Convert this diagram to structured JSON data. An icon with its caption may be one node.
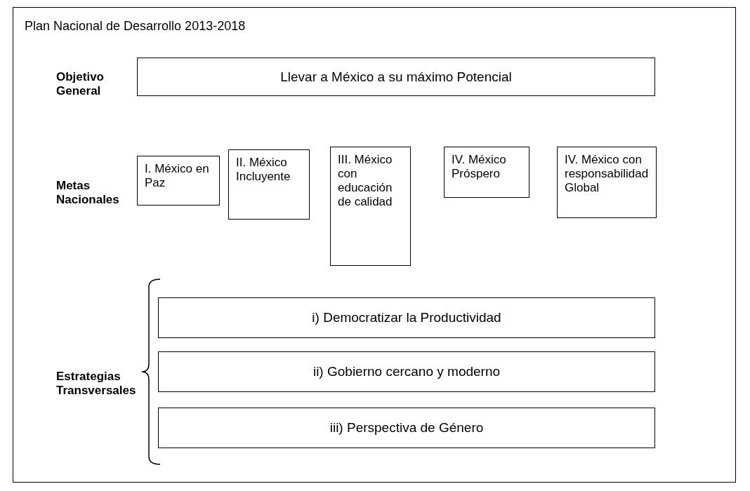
{
  "diagram": {
    "title": "Plan Nacional de Desarrollo 2013-2018",
    "nodes": [
      {
        "text": [
          "Llevar a México a su máximo Potencial"
        ]
      },
      {
        "text": [
          "I. México en Paz"
        ]
      },
      {
        "text": [
          "II. México Incluyente"
        ]
      },
      {
        "text": [
          "III. México con educación de calidad"
        ]
      },
      {
        "text": [
          "IV. México Próspero"
        ]
      },
      {
        "text": [
          "IV. México con responsabilidad Global"
        ]
      },
      {
        "text": [
          "i) Democratizar la Productividad"
        ]
      },
      {
        "text": [
          "ii) Gobierno cercano y moderno"
        ]
      },
      {
        "text": [
          "iii) Perspectiva de Género"
        ]
      }
    ],
    "labels": [
      "Objetivo General",
      "Metas Nacionales",
      "Estrategias Transversales"
    ]
  }
}
